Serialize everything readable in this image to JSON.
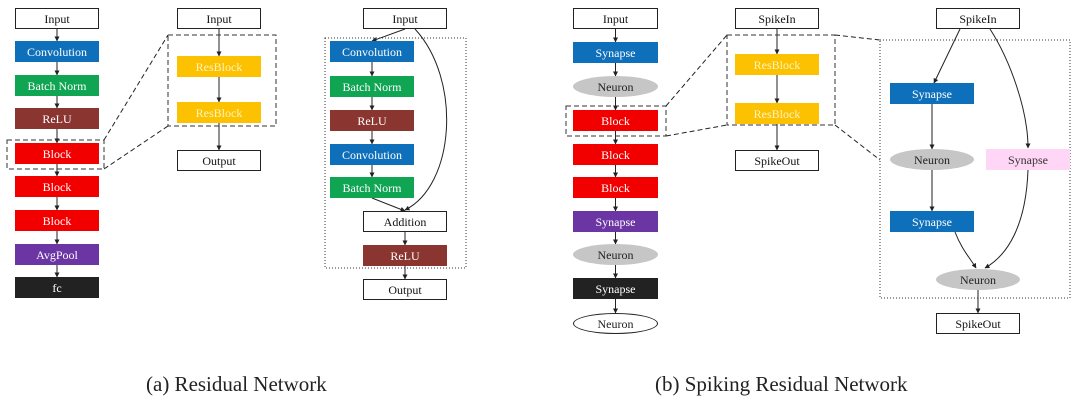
{
  "colors": {
    "conv": "#0e6fba",
    "bn": "#0fa552",
    "relu": "#8a3530",
    "block": "#f20000",
    "avgpool": "#6b36a3",
    "fc": "#222222",
    "resblock": "#fcc100",
    "resblock_text": "#fff3c0",
    "neuron": "#c6c6c6",
    "synapse_pink": "#ffd6f5"
  },
  "residual_network": {
    "main_stack": [
      "Input",
      "Convolution",
      "Batch Norm",
      "ReLU",
      "Block",
      "Block",
      "Block",
      "AvgPool",
      "fc"
    ],
    "block_detail": [
      "Input",
      "ResBlock",
      "ResBlock",
      "Output"
    ],
    "resblock_detail": [
      "Input",
      "Convolution",
      "Batch Norm",
      "ReLU",
      "Convolution",
      "Batch Norm",
      "Addition",
      "ReLU",
      "Output"
    ],
    "caption": "(a) Residual Network"
  },
  "spiking_residual_network": {
    "main_stack": [
      "Input",
      "Synapse",
      "Neuron",
      "Block",
      "Block",
      "Block",
      "Synapse",
      "Neuron",
      "Synapse",
      "Neuron"
    ],
    "block_detail": [
      "SpikeIn",
      "ResBlock",
      "ResBlock",
      "SpikeOut"
    ],
    "resblock_detail": [
      "SpikeIn",
      "Synapse",
      "Neuron",
      "Synapse",
      "Synapse",
      "Neuron",
      "SpikeOut"
    ],
    "caption": "(b) Spiking Residual Network"
  }
}
